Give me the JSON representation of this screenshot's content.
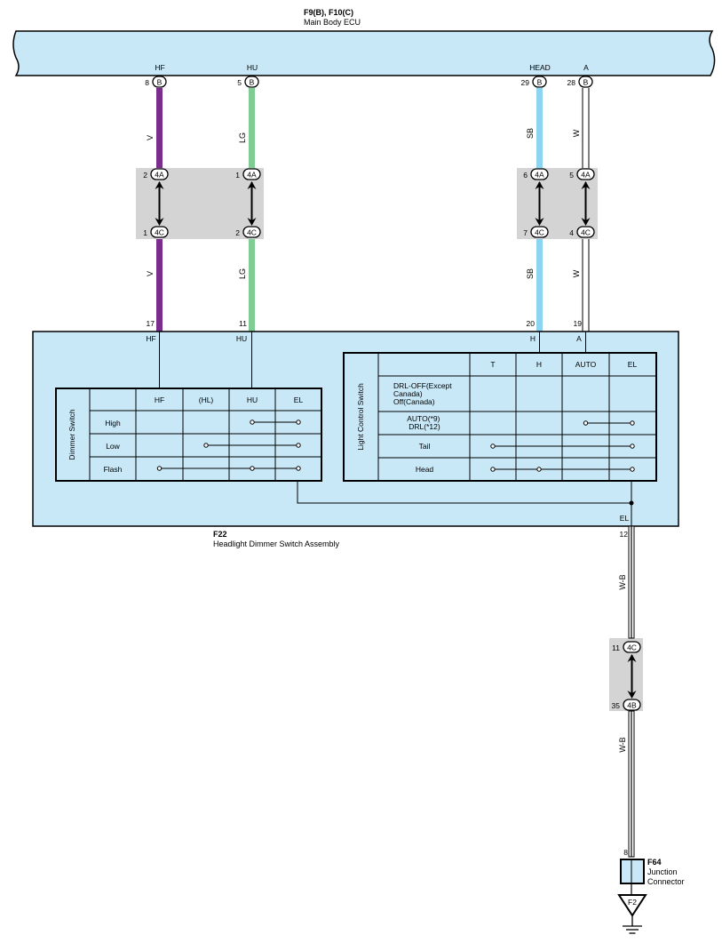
{
  "ecu": {
    "connectors": "F9(B), F10(C)",
    "name": "Main Body ECU",
    "pins": [
      {
        "label": "HF",
        "pin": "8",
        "conn": "B"
      },
      {
        "label": "HU",
        "pin": "5",
        "conn": "B"
      },
      {
        "label": "HEAD",
        "pin": "29",
        "conn": "B"
      },
      {
        "label": "A",
        "pin": "28",
        "conn": "B"
      }
    ]
  },
  "colors": {
    "ecu_fill": "#c8e8f8",
    "switch_fill": "#c8e8f8",
    "junction_fill": "#d4d4d4",
    "wire_violet": "#7b2d8e",
    "wire_light_green": "#7fcc95",
    "wire_sky_blue": "#8dd4f0",
    "wire_white": "#ffffff"
  },
  "wires": [
    {
      "color_code": "V"
    },
    {
      "color_code": "LG"
    },
    {
      "color_code": "SB"
    },
    {
      "color_code": "W"
    }
  ],
  "junction": {
    "upper": [
      {
        "pin": "2",
        "conn": "4A"
      },
      {
        "pin": "1",
        "conn": "4A"
      },
      {
        "pin": "6",
        "conn": "4A"
      },
      {
        "pin": "5",
        "conn": "4A"
      }
    ],
    "lower": [
      {
        "pin": "1",
        "conn": "4C"
      },
      {
        "pin": "2",
        "conn": "4C"
      },
      {
        "pin": "7",
        "conn": "4C"
      },
      {
        "pin": "4",
        "conn": "4C"
      }
    ]
  },
  "switch_assembly": {
    "id": "F22",
    "name": "Headlight Dimmer Switch Assembly",
    "pins": [
      {
        "pin": "17",
        "label": "HF"
      },
      {
        "pin": "11",
        "label": "HU"
      },
      {
        "pin": "20",
        "label": "H"
      },
      {
        "pin": "19",
        "label": "A"
      }
    ],
    "ground_pin": "12",
    "ground_label": "EL",
    "ground_wire": "W-B"
  },
  "dimmer_switch": {
    "title": "Dimmer Switch",
    "columns": [
      "HF",
      "(HL)",
      "HU",
      "EL"
    ],
    "rows": [
      "High",
      "Low",
      "Flash"
    ]
  },
  "light_control_switch": {
    "title": "Light Control Switch",
    "columns": [
      "T",
      "H",
      "AUTO",
      "EL"
    ],
    "rows": [
      "DRL-OFF(Except\nCanada)\nOff(Canada)",
      "AUTO(*9)\nDRL(*12)",
      "Tail",
      "Head"
    ]
  },
  "lower_junction": {
    "upper": {
      "pin": "11",
      "conn": "4C"
    },
    "lower": {
      "pin": "35",
      "conn": "4B"
    }
  },
  "junction_connector": {
    "pin": "8",
    "id": "F64",
    "name_line1": "Junction",
    "name_line2": "Connector"
  },
  "ground": {
    "id": "F2"
  }
}
